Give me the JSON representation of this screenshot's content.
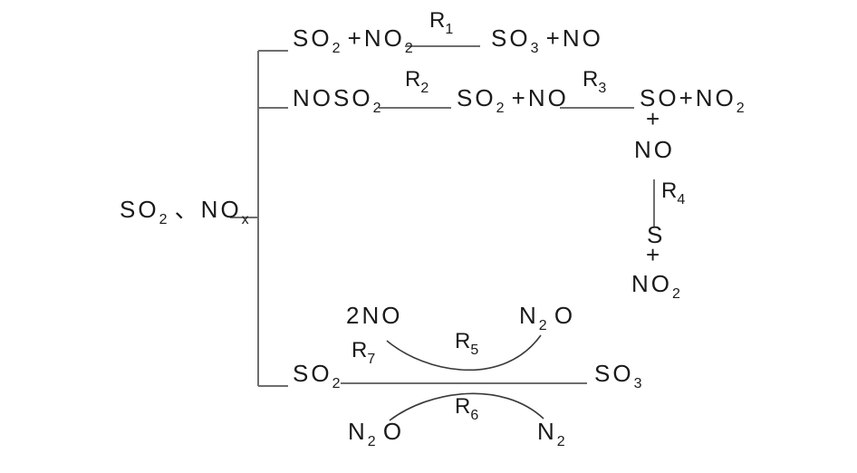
{
  "source": {
    "parts": [
      [
        "SO",
        "2"
      ],
      [
        "、",
        ""
      ],
      [
        "NO",
        "x"
      ]
    ]
  },
  "reaction1": {
    "reactants": [
      [
        "SO",
        "2"
      ],
      [
        "+NO",
        "2"
      ]
    ],
    "rate": [
      "R",
      "1"
    ],
    "products": [
      [
        "SO",
        "3"
      ],
      [
        "+NO",
        ""
      ]
    ]
  },
  "reaction2": {
    "reactant": [
      [
        "NO",
        ""
      ],
      [
        "SO",
        "2"
      ]
    ],
    "rate": [
      "R",
      "2"
    ],
    "products": [
      [
        "SO",
        "2"
      ],
      [
        "+NO",
        ""
      ]
    ]
  },
  "reaction3": {
    "rate": [
      "R",
      "3"
    ],
    "products": [
      [
        "SO",
        ""
      ],
      [
        "+NO",
        "2"
      ]
    ],
    "plus": "+",
    "extra": [
      [
        "NO",
        ""
      ]
    ]
  },
  "reaction4": {
    "rate": [
      "R",
      "4"
    ],
    "products_top": [
      [
        "S",
        ""
      ]
    ],
    "plus": "+",
    "products_bottom": [
      [
        "NO",
        "2"
      ]
    ]
  },
  "reaction_main": {
    "reactant": [
      [
        "SO",
        "2"
      ]
    ],
    "product": [
      [
        "SO",
        "3"
      ]
    ],
    "r7": [
      "R",
      "7"
    ],
    "upper": {
      "left": [
        [
          "2NO",
          ""
        ]
      ],
      "right": [
        [
          "N",
          "2"
        ],
        [
          "O",
          ""
        ]
      ],
      "rate": [
        "R",
        "5"
      ]
    },
    "lower": {
      "left": [
        [
          "N",
          "2"
        ],
        [
          "O",
          ""
        ]
      ],
      "right": [
        [
          "N",
          "2"
        ]
      ],
      "rate": [
        "R",
        "6"
      ]
    }
  }
}
